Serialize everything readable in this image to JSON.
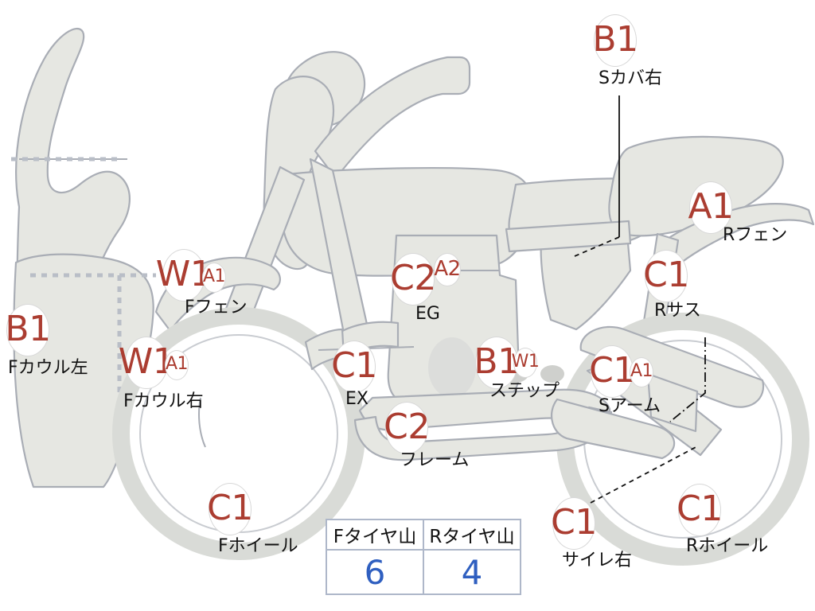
{
  "diagram": {
    "title": "Motorcycle inspection callout diagram",
    "accent_badge_color": "#ab3d31",
    "body_fill_color": "#e6e7e2",
    "body_stroke_color": "#a9adb5",
    "table_number_color": "#2f5fc0",
    "table_border_color": "#aeb7c9"
  },
  "callouts": [
    {
      "id": "f-cowl-left",
      "grade": "B1",
      "sub": "",
      "caption": "Fカウル左"
    },
    {
      "id": "f-cowl-right",
      "grade": "W1",
      "sub": "A1",
      "caption": "Fカウル右"
    },
    {
      "id": "f-fender",
      "grade": "W1",
      "sub": "A1",
      "caption": "Fフェン"
    },
    {
      "id": "f-wheel",
      "grade": "C1",
      "sub": "",
      "caption": "Fホイール"
    },
    {
      "id": "exhaust",
      "grade": "C1",
      "sub": "",
      "caption": "EX"
    },
    {
      "id": "engine",
      "grade": "C2",
      "sub": "A2",
      "caption": "EG"
    },
    {
      "id": "frame",
      "grade": "C2",
      "sub": "",
      "caption": "フレーム"
    },
    {
      "id": "step",
      "grade": "B1",
      "sub": "W1",
      "caption": "ステップ"
    },
    {
      "id": "side-cover-r",
      "grade": "B1",
      "sub": "",
      "caption": "Sカバ右"
    },
    {
      "id": "r-fender",
      "grade": "A1",
      "sub": "",
      "caption": "Rフェン"
    },
    {
      "id": "r-suspension",
      "grade": "C1",
      "sub": "",
      "caption": "Rサス"
    },
    {
      "id": "swing-arm",
      "grade": "C1",
      "sub": "A1",
      "caption": "Sアーム"
    },
    {
      "id": "silencer-r",
      "grade": "C1",
      "sub": "",
      "caption": "サイレ右"
    },
    {
      "id": "r-wheel",
      "grade": "C1",
      "sub": "",
      "caption": "Rホイール"
    }
  ],
  "tire_table": {
    "headers": [
      "Fタイヤ山",
      "Rタイヤ山"
    ],
    "values": [
      "6",
      "4"
    ]
  }
}
